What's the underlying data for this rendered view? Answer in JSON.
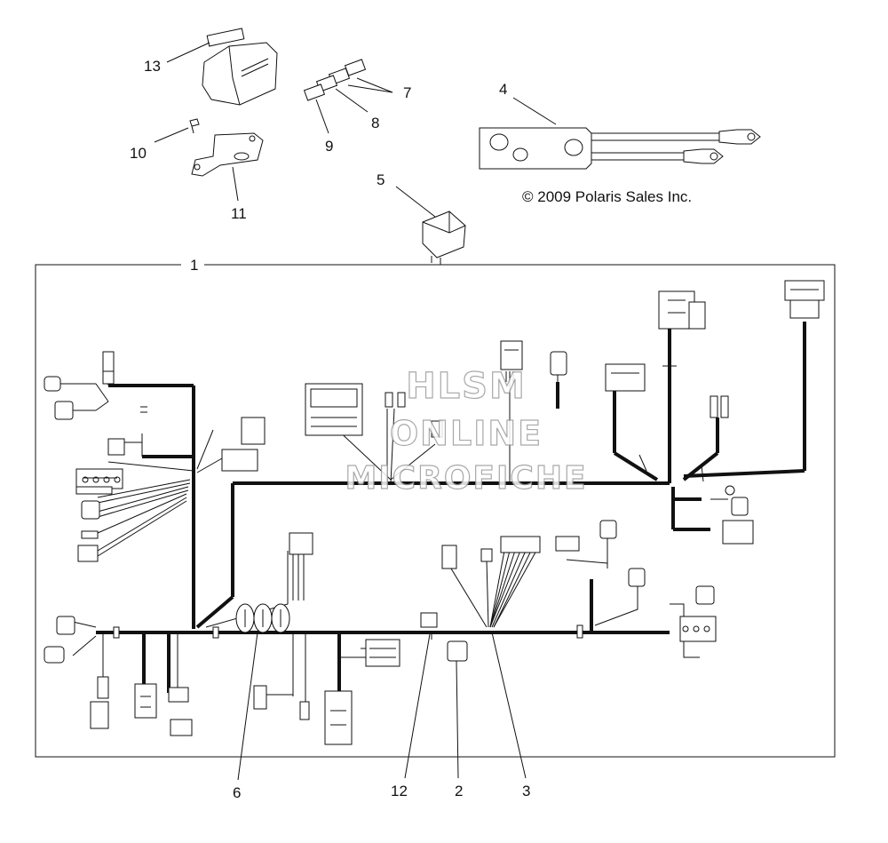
{
  "callouts": {
    "c1": "1",
    "c2": "2",
    "c3": "3",
    "c4": "4",
    "c5": "5",
    "c6": "6",
    "c7": "7",
    "c8": "8",
    "c9": "9",
    "c10": "10",
    "c11": "11",
    "c12": "12",
    "c13": "13"
  },
  "copyright": "© 2009 Polaris Sales Inc.",
  "watermark": {
    "line1": "HLSM",
    "line2": "ONLINE",
    "line3": "MICROFICHE"
  },
  "colors": {
    "line": "#111111",
    "background": "#ffffff",
    "watermark_outline": "#9a9a9a"
  }
}
